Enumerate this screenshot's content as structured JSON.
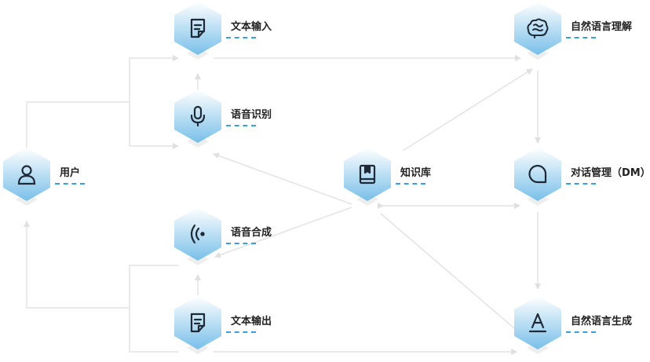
{
  "colors": {
    "link": "#e3e3e3",
    "hex_top": "#ffffff",
    "hex_bottom": "#78bfe9",
    "shadow": "#eeeeee",
    "icon": "#1e2a38",
    "dash": "#3a9fe0"
  },
  "nodes": [
    {
      "id": "text_input",
      "label": "文本输入",
      "icon": "document-icon"
    },
    {
      "id": "speech_recognition",
      "label": "语音识别",
      "icon": "microphone-icon"
    },
    {
      "id": "user",
      "label": "用户",
      "icon": "person-icon"
    },
    {
      "id": "speech_synthesis",
      "label": "语音合成",
      "icon": "sound-wave-icon"
    },
    {
      "id": "text_output",
      "label": "文本输出",
      "icon": "document-icon"
    },
    {
      "id": "knowledge_base",
      "label": "知识库",
      "icon": "book-icon"
    },
    {
      "id": "nlu",
      "label": "自然语言理解",
      "icon": "brain-icon"
    },
    {
      "id": "dm",
      "label": "对话管理（DM）",
      "icon": "chat-bubble-icon"
    },
    {
      "id": "nlg",
      "label": "自然语言生成",
      "icon": "letter-a-icon"
    }
  ]
}
